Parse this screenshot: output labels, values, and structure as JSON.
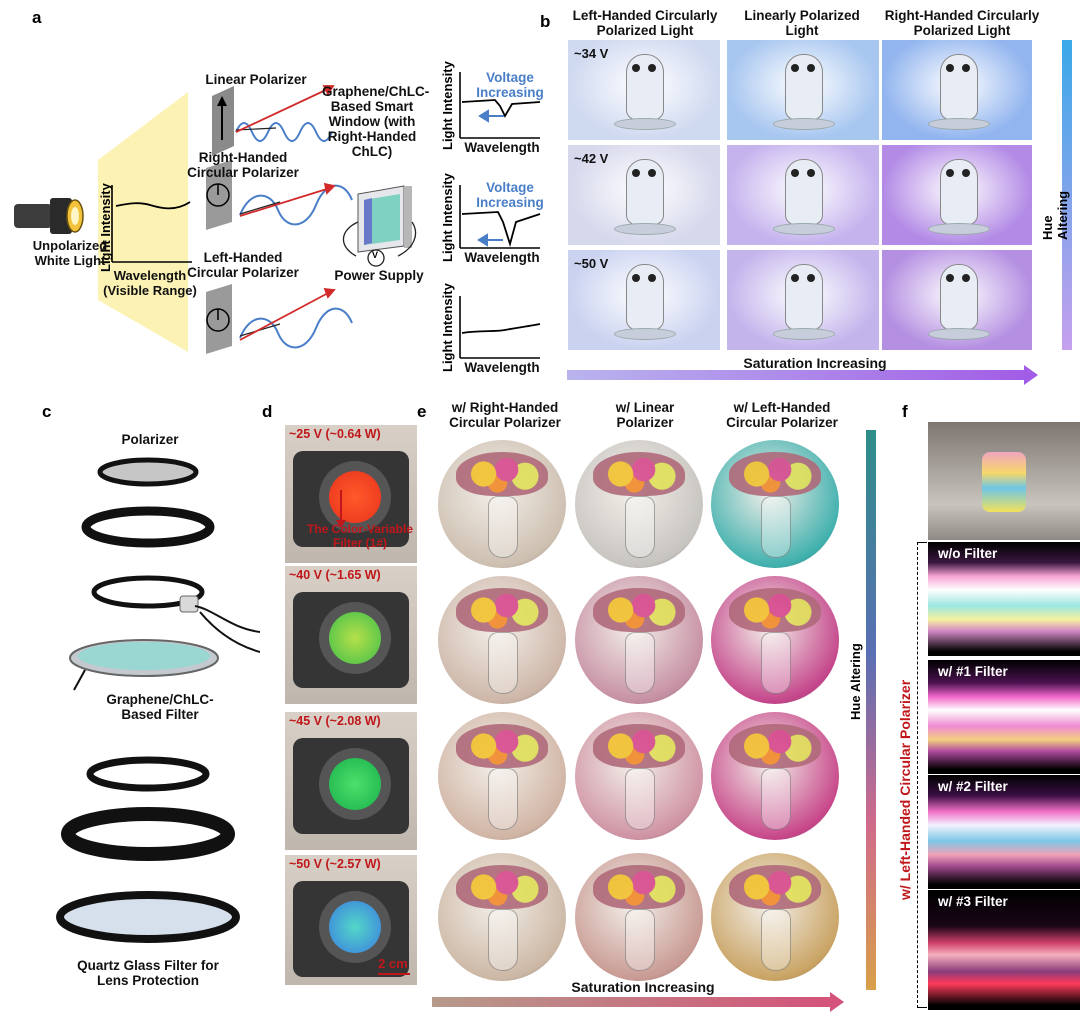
{
  "panels": {
    "a": "a",
    "b": "b",
    "c": "c",
    "d": "d",
    "e": "e",
    "f": "f"
  },
  "panel_a": {
    "light_source": "Unpolarized\nWhite Light",
    "plot_ylabel": "Light Intensity",
    "plot_xlabel": "Wavelength\n(Visible Range)",
    "linear_polarizer": "Linear Polarizer",
    "right_polarizer": "Right-Handed\nCircular Polarizer",
    "left_polarizer": "Left-Handed\nCircular Polarizer",
    "smart_window": "Graphene/ChLC-\nBased Smart\nWindow (with\nRight-Handed\nChLC)",
    "power_supply": "Power Supply",
    "voltmeter": "V",
    "spectra_ylabel": "Light Intensity",
    "spectra_xlabel": "Wavelength",
    "voltage_increasing": "Voltage\nIncreasing"
  },
  "panel_b": {
    "columns": [
      "Left-Handed Circularly\nPolarized Light",
      "Linearly Polarized\nLight",
      "Right-Handed Circularly\nPolarized Light"
    ],
    "rows": [
      "~34 V",
      "~42 V",
      "~50 V"
    ],
    "saturation": "Saturation Increasing",
    "hue": "Hue Altering"
  },
  "panel_c": {
    "polarizer": "Polarizer",
    "filter": "Graphene/ChLC-\nBased Filter",
    "quartz": "Quartz Glass Filter for\nLens Protection"
  },
  "panel_d": {
    "voltages": [
      "~25 V (~0.64 W)",
      "~40 V (~1.65 W)",
      "~45 V (~2.08 W)",
      "~50 V (~2.57 W)"
    ],
    "filter_note": "The Color-Variable\nFilter (1#)",
    "scale": "2 cm"
  },
  "panel_e": {
    "columns": [
      "w/ Right-Handed\nCircular Polarizer",
      "w/ Linear\nPolarizer",
      "w/ Left-Handed\nCircular Polarizer"
    ],
    "saturation": "Saturation Increasing",
    "hue": "Hue Altering"
  },
  "panel_f": {
    "filters": [
      "w/o Filter",
      "w/ #1 Filter",
      "w/ #2 Filter",
      "w/ #3 Filter"
    ],
    "side_label": "w/ Left-Handed Circular Polarizer"
  },
  "colors": {
    "accent_blue": "#4a7fc8",
    "accent_red": "#c0171b",
    "yellow_beam": "#fbf2b4"
  }
}
